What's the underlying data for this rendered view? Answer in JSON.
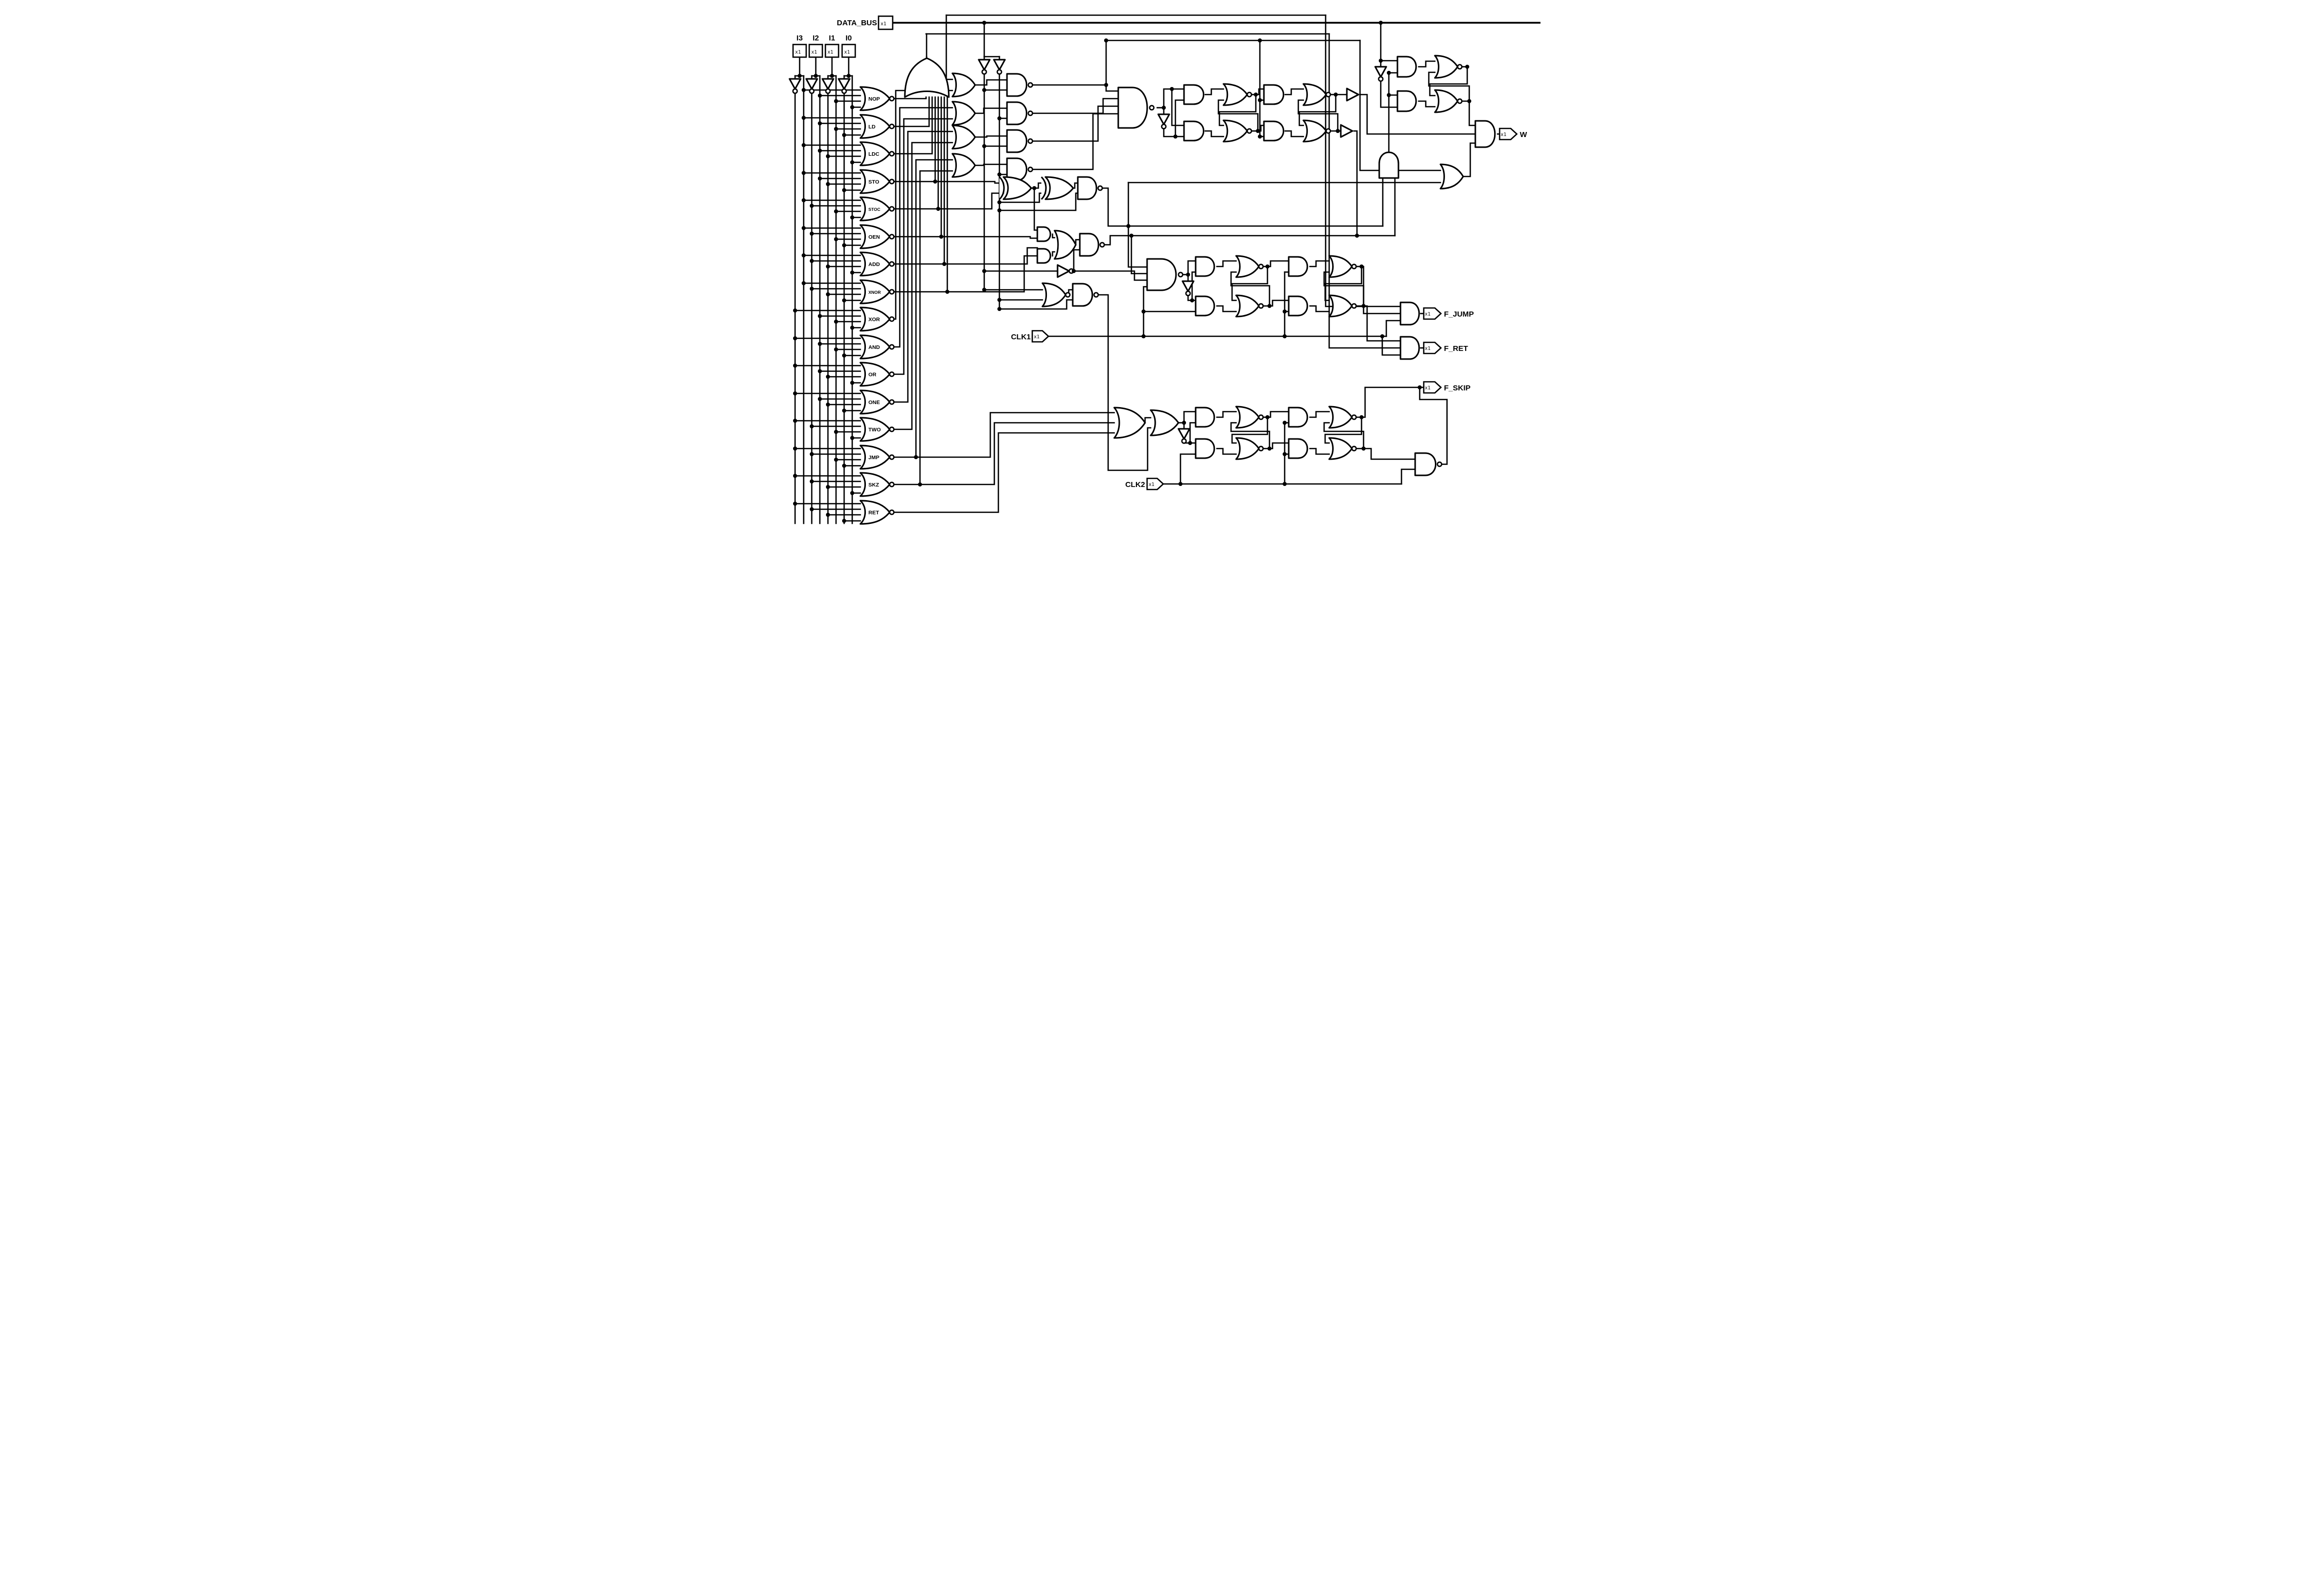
{
  "diagram": {
    "type": "logic-schematic",
    "colors": {
      "line": "#000000",
      "background": "#ffffff"
    },
    "tag_label": "x1",
    "inputs": {
      "data_bus": "DATA_BUS",
      "i3": "I3",
      "i2": "I2",
      "i1": "I1",
      "i0": "I0",
      "clk1": "CLK1",
      "clk2": "CLK2"
    },
    "outputs": {
      "w": "W",
      "f_jump": "F_JUMP",
      "f_ret": "F_RET",
      "f_skip": "F_SKIP"
    },
    "decoder": {
      "gates": [
        "NOP",
        "LD",
        "LDC",
        "STO",
        "STOC",
        "OEN",
        "ADD",
        "XNOR",
        "XOR",
        "AND",
        "OR",
        "ONE",
        "TWO",
        "JMP",
        "SKZ",
        "RET"
      ]
    }
  }
}
